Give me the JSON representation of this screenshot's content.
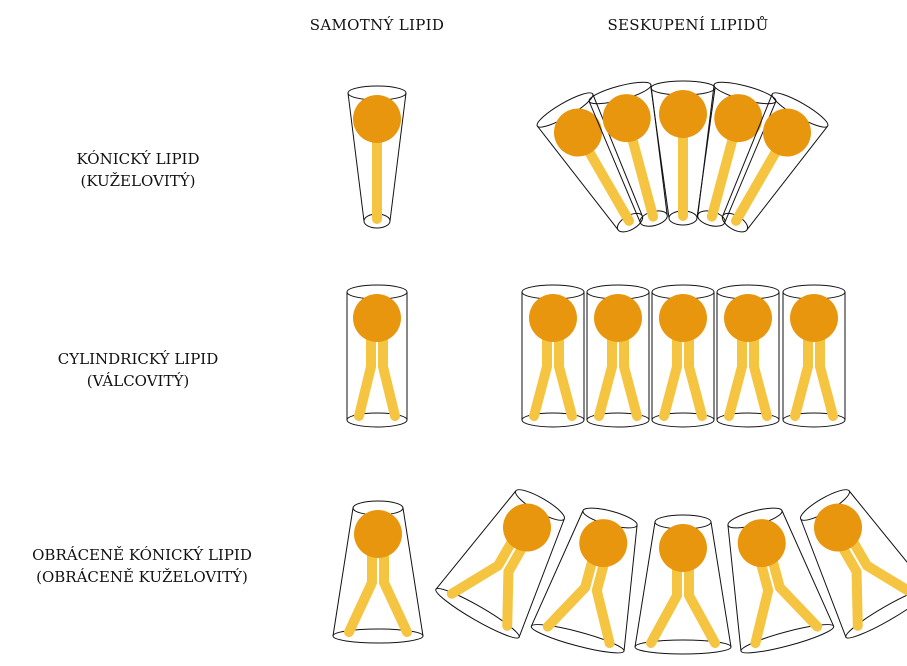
{
  "headers": {
    "single": "SAMOTNÝ LIPID",
    "assembly": "SESKUPENÍ LIPIDŮ"
  },
  "rows": [
    {
      "id": "conical",
      "line1": "KÓNICKÝ LIPID",
      "line2": "(KUŽELOVITÝ)",
      "tails": 1,
      "shape": "cone",
      "assembly_curve": "convex",
      "count": 5
    },
    {
      "id": "cylindrical",
      "line1": "CYLINDRICKÝ LIPID",
      "line2": "(VÁLCOVITÝ)",
      "tails": 2,
      "shape": "cylinder",
      "assembly_curve": "flat",
      "count": 5
    },
    {
      "id": "inverted-conical",
      "line1": "OBRÁCENĚ KÓNICKÝ LIPID",
      "line2": "(OBRÁCENĚ KUŽELOVITÝ)",
      "tails": 2,
      "shape": "inverted-cone",
      "assembly_curve": "concave",
      "count": 5
    }
  ],
  "colors": {
    "head": "#e8960e",
    "tail": "#f5c542",
    "outline": "#111111"
  }
}
